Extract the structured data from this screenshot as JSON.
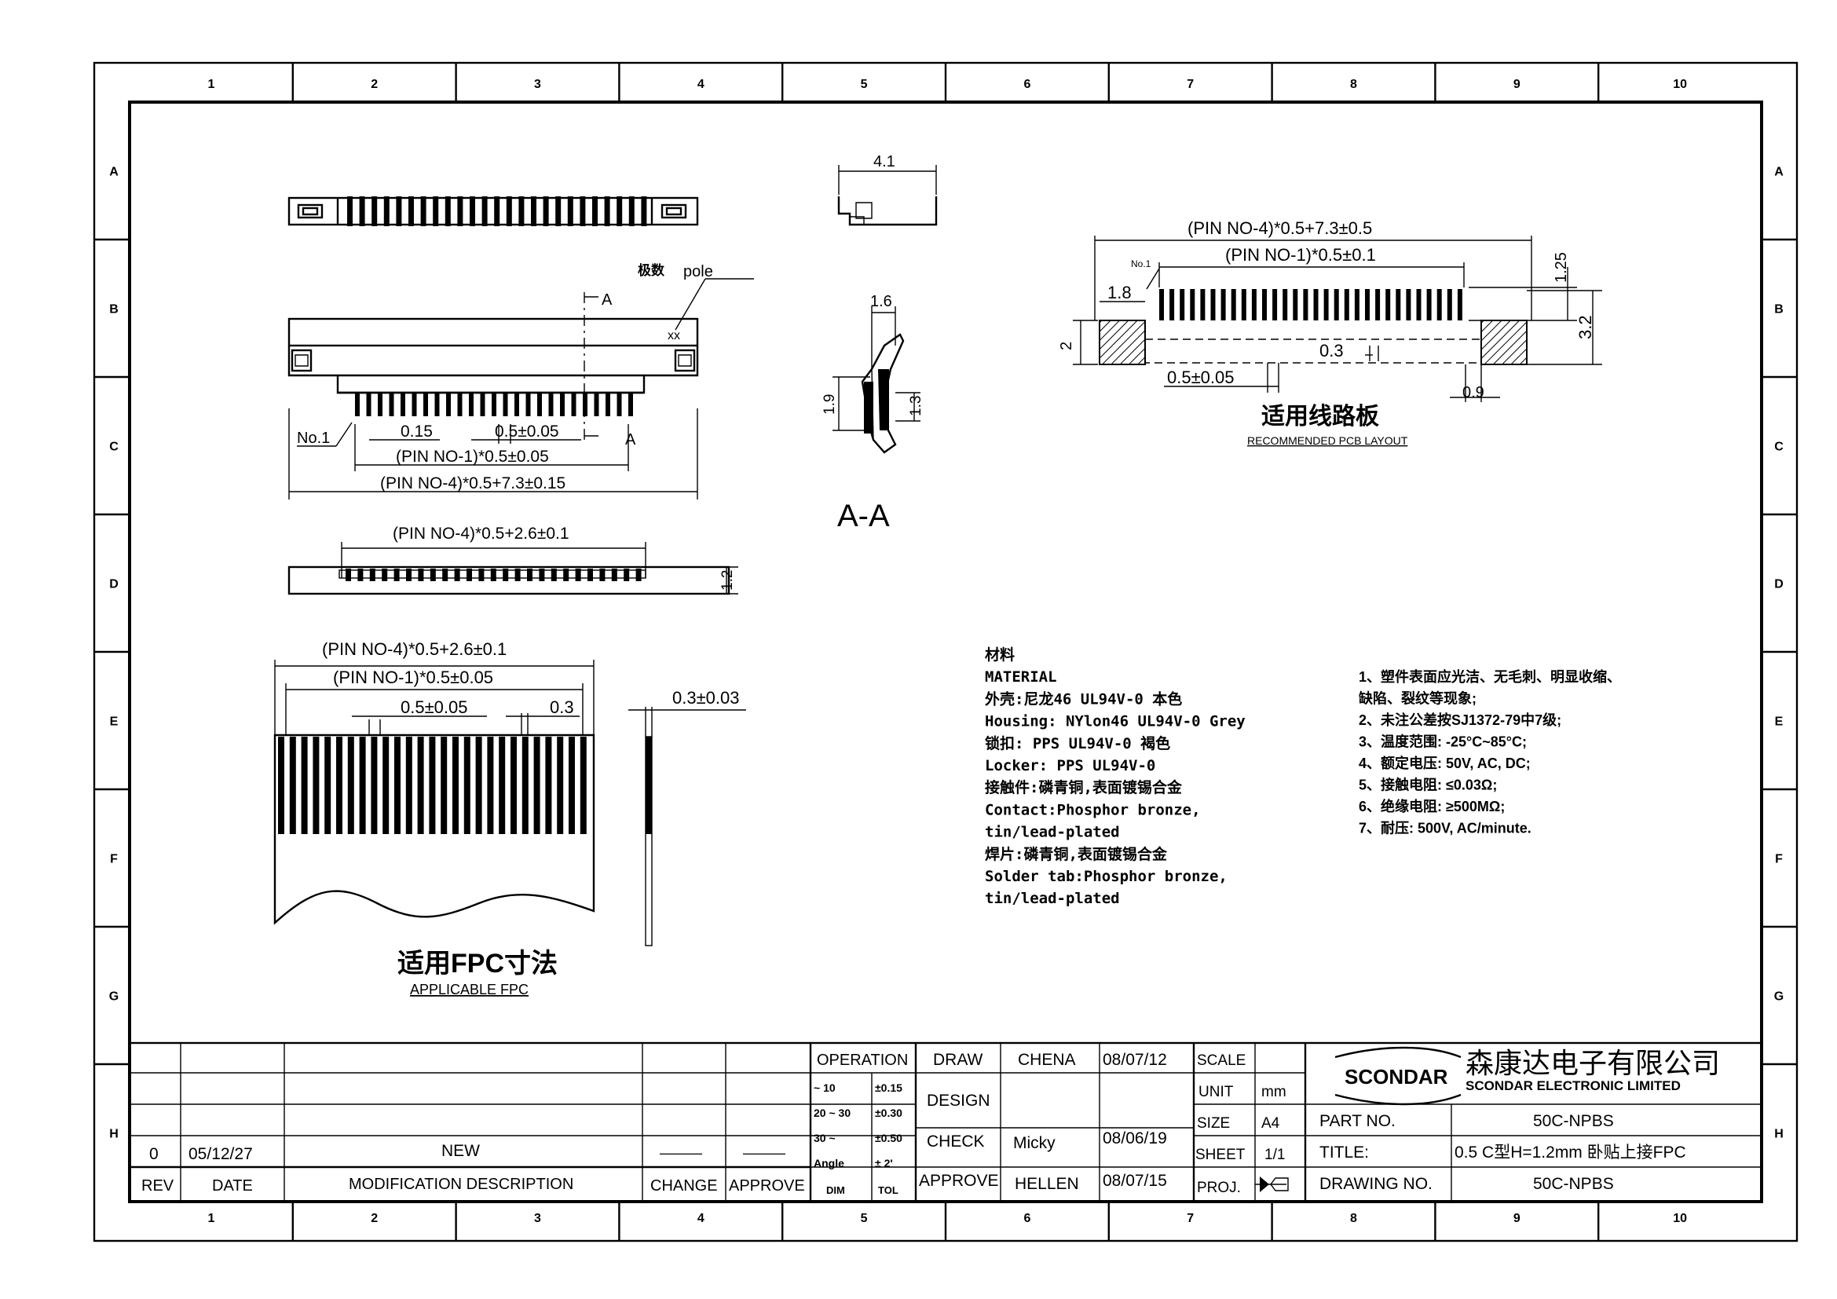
{
  "frame": {
    "columns": [
      "1",
      "2",
      "3",
      "4",
      "5",
      "6",
      "7",
      "8",
      "9",
      "10"
    ],
    "rows": [
      "A",
      "B",
      "C",
      "D",
      "E",
      "F",
      "G",
      "H"
    ]
  },
  "top_view": {
    "pole_cn": "极数",
    "pole": "pole",
    "pole_mark": "xx",
    "section_mark": "A",
    "no1": "No.1",
    "dim_pitch_small": "0.15",
    "dim_pitch": "0.5±0.05",
    "dim_contacts": "(PIN  NO-1)*0.5±0.05",
    "dim_overall": "(PIN  NO-4)*0.5+7.3±0.15"
  },
  "bottom_view": {
    "dim_width": "(PIN  NO-4)*0.5+2.6±0.1",
    "dim_height": "1.2"
  },
  "side_view": {
    "dim_top": "4.1",
    "dim_a": "1.6",
    "dim_b": "1.9",
    "dim_c": "1.3",
    "section_title": "A-A"
  },
  "pcb_layout": {
    "dim_overall": "(PIN  NO-4)*0.5+7.3±0.5",
    "dim_contacts": "(PIN  NO-1)*0.5±0.1",
    "no1": "No.1",
    "dim_pad": "1.8",
    "dim_top": "1.25",
    "dim_height": "3.2",
    "dim_left": "2",
    "dim_gap": "0.3",
    "dim_pitch": "0.5±0.05",
    "dim_side": "0.9",
    "title_cn": "适用线路板",
    "title_en": "RECOMMENDED PCB LAYOUT"
  },
  "fpc": {
    "dim_overall": "(PIN  NO-4)*0.5+2.6±0.1",
    "dim_contacts": "(PIN  NO-1)*0.5±0.05",
    "dim_pitch": "0.5±0.05",
    "dim_gap": "0.3",
    "dim_thickness": "0.3±0.03",
    "title_cn": "适用FPC寸法",
    "title_en": "APPLICABLE FPC"
  },
  "material": {
    "lines": [
      "材料",
      "MATERIAL",
      "外壳:尼龙46 UL94V-0 本色",
      "Housing: NYlon46 UL94V-0 Grey",
      "锁扣: PPS UL94V-0 褐色",
      "Locker: PPS  UL94V-0",
      "接触件:磷青铜,表面镀锡合金",
      "Contact:Phosphor  bronze,",
      "tin/lead-plated",
      "焊片:磷青铜,表面镀锡合金",
      "Solder tab:Phosphor bronze,",
      "tin/lead-plated"
    ]
  },
  "notes": {
    "lines": [
      "1、塑件表面应光洁、无毛刺、明显收缩、",
      "    缺陷、裂纹等现象;",
      "2、未注公差按SJ1372-79中7级;",
      "3、温度范围: -25°C~85°C;",
      "4、额定电压: 50V, AC, DC;",
      "5、接触电阻: ≤0.03Ω;",
      "6、绝缘电阻: ≥500MΩ;",
      "7、耐压: 500V, AC/minute."
    ]
  },
  "title_block": {
    "rev_row": {
      "rev": "0",
      "date": "05/12/27",
      "description": "NEW",
      "change": "———",
      "approve": "———"
    },
    "headers": {
      "rev": "REV",
      "date": "DATE",
      "description": "MODIFICATION  DESCRIPTION",
      "change": "CHANGE",
      "approve": "APPROVE"
    },
    "operation": "OPERATION",
    "tol_rows": [
      {
        "dim": "~ 10",
        "tol": "±0.15"
      },
      {
        "dim": "20 ~ 30",
        "tol": "±0.30"
      },
      {
        "dim": "30 ~",
        "tol": "±0.50"
      },
      {
        "dim": "Angle",
        "tol": "± 2'"
      }
    ],
    "dim_label": "DIM",
    "tol_label": "TOL",
    "draw": "DRAW",
    "draw_name": "CHENA",
    "draw_date": "08/07/12",
    "design": "DESIGN",
    "check": "CHECK",
    "check_name": "Micky",
    "check_date": "08/06/19",
    "approve": "APPROVE",
    "approve_name": "HELLEN",
    "approve_date": "08/07/15",
    "scale": "SCALE",
    "unit": "UNIT",
    "unit_val": "mm",
    "size": "SIZE",
    "size_val": "A4",
    "sheet": "SHEET",
    "sheet_val": "1/1",
    "proj": "PROJ.",
    "logo": "SCONDAR",
    "company_cn": "森康达电子有限公司",
    "company_en": "SCONDAR  ELECTRONIC  LIMITED",
    "part_no_label": "PART  NO.",
    "part_no": "50C-NPBS",
    "title_label": "TITLE:",
    "title": "0.5  C型H=1.2mm  卧贴上接FPC",
    "drawing_no_label": "DRAWING  NO.",
    "drawing_no": "50C-NPBS"
  }
}
